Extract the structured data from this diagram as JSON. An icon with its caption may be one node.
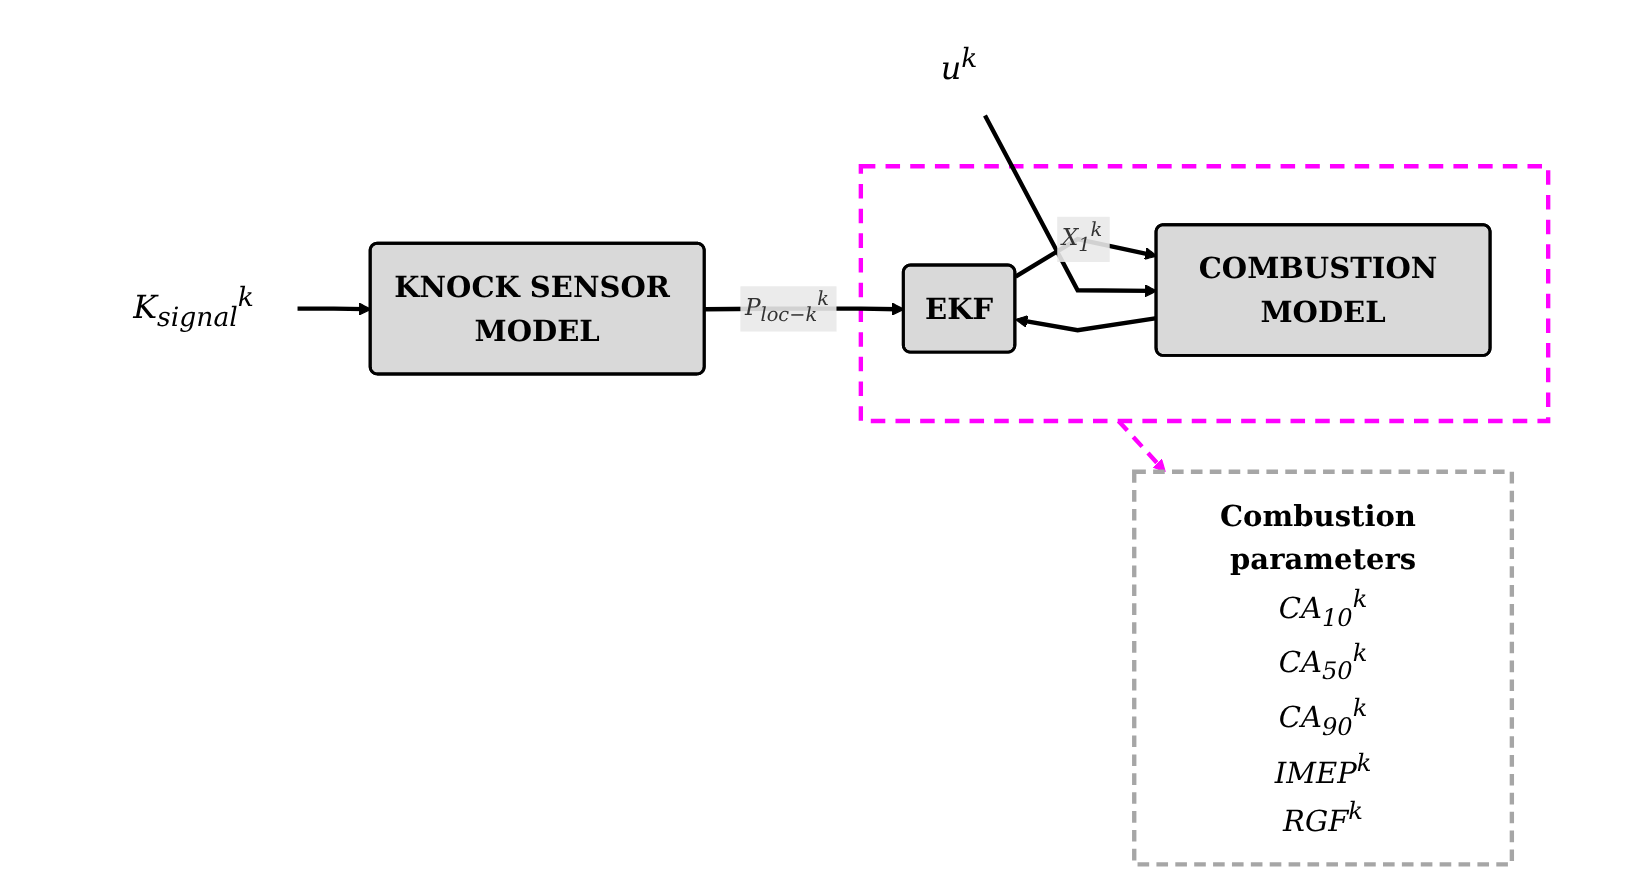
{
  "diagram": {
    "nodes": [
      {
        "text": [
          "K$_{signal}$$^{k}$"
        ]
      },
      {
        "text": [
          "KNOCK SENSOR MODEL"
        ]
      },
      {
        "text": [],
        "shape": "box"
      },
      {
        "text": [
          "EKF"
        ],
        "in": 2
      },
      {
        "text": [
          "COMBUSTION MODEL"
        ],
        "in": 2
      },
      {
        "text": [
          "u$^{k}$"
        ]
      },
      {
        "text": [
          "Combustion parameters",
          "CA$_{10}$$^{k}$",
          "CA$_{50}$$^{k}$",
          "CA$_{90}$$^{k}$",
          "IMEP$^{k}$",
          "RGF$^{k}$"
        ]
      }
    ],
    "edges": [
      {
        "from": 0,
        "to": 1,
        "arrow": "to"
      },
      {
        "from": 1,
        "to": 3,
        "arrow": "to",
        "label": "P$_{loc−k}$$^{k}$"
      },
      {
        "from": 3,
        "to": 4,
        "arrow": "to",
        "label": "X$_{1}$$^{k}$"
      },
      {
        "from": 4,
        "to": 3,
        "arrow": "to"
      },
      {
        "from": 5,
        "to": 4,
        "arrow": "to"
      },
      {
        "from": 2,
        "to": 6,
        "arrow": "to",
        "style": "dashed",
        "color": "#ff00ff"
      }
    ]
  }
}
